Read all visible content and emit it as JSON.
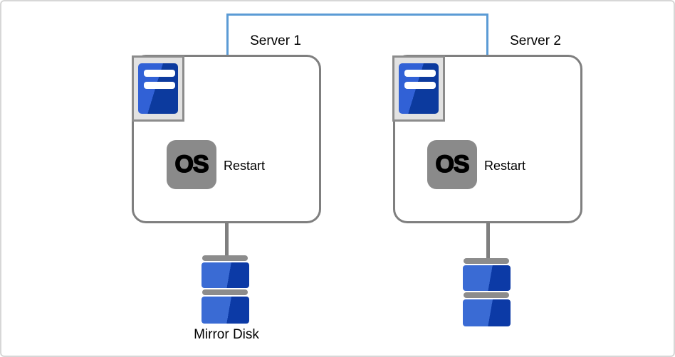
{
  "diagram": {
    "type": "cluster-failover-diagram"
  },
  "servers": [
    {
      "label": "Server 1",
      "os_icon_text": "OS",
      "restart_label": "Restart"
    },
    {
      "label": "Server 2",
      "os_icon_text": "OS",
      "restart_label": "Restart"
    }
  ],
  "storage": {
    "mirror_disk_label": "Mirror Disk"
  },
  "colors": {
    "frame_gray": "#d7d7d7",
    "connector_blue": "#5b9bd5",
    "outline_gray": "#7f7f7f",
    "icon_gray": "#8c8c8c",
    "icon_fill": "#e2e2e2",
    "os_gray": "#8a8a8a",
    "tower_blue_light": "#3161d6",
    "tower_blue_dark": "#0c3a9e",
    "disk_blue_light": "#3a6bd4",
    "disk_blue_dark": "#0c3aa6"
  }
}
